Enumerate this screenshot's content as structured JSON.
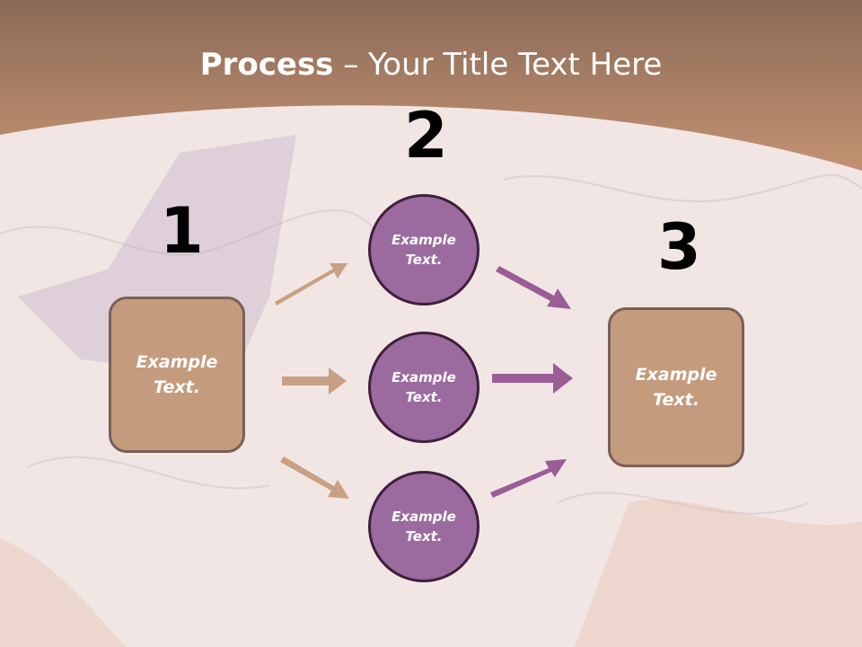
{
  "title": {
    "bold": "Process",
    "rest": " – Your Title Text Here"
  },
  "steps": {
    "one": "1",
    "two": "2",
    "three": "3"
  },
  "left_box": {
    "text": "Example\nText."
  },
  "right_box": {
    "text": "Example\nText."
  },
  "circles": [
    {
      "text": "Example\nText."
    },
    {
      "text": "Example\nText."
    },
    {
      "text": "Example\nText."
    }
  ],
  "colors": {
    "header_brown": "#a87a63",
    "box_fill": "#c49b7d",
    "circle_fill": "#9b6b9f",
    "tan_arrow": "#c9a083",
    "purple_arrow": "#9a5d96"
  }
}
